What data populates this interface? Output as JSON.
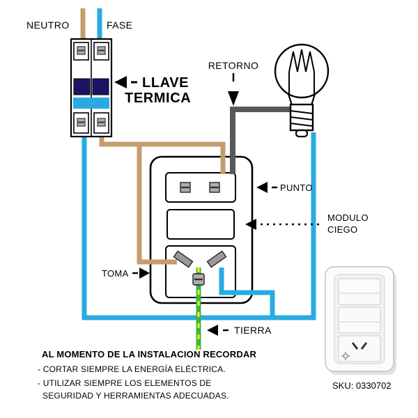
{
  "supply": {
    "neutral": "NEUTRO",
    "phase": "FASE"
  },
  "breaker_label": {
    "line1": "LLAVE",
    "line2": "TERMICA"
  },
  "wire_labels": {
    "retorno": "RETORNO",
    "tierra": "TIERRA"
  },
  "plate_labels": {
    "punto": "PUNTO",
    "modulo_line1": "MODULO",
    "modulo_line2": "CIEGO",
    "toma": "TOMA"
  },
  "warning": {
    "title": "AL MOMENTO DE LA INSTALACION RECORDAR",
    "item1": "- CORTAR SIEMPRE LA ENERGÍA ELÉCTRICA.",
    "item2_line1": "- UTILIZAR SIEMPRE LOS ELEMENTOS DE",
    "item2_line2": "SEGURIDAD Y HERRAMIENTAS ADECUADAS."
  },
  "product": {
    "sku": "SKU: 0330702"
  },
  "colors": {
    "neutral": "#29ABE2",
    "phase": "#C69C6D",
    "retorno": "#57585B",
    "ground_green": "#3AB54A",
    "ground_yellow": "#FFF200",
    "toggle_navy": "#1B1464",
    "band_cyan": "#29ABE2",
    "warning_red": "#EE1C25"
  }
}
